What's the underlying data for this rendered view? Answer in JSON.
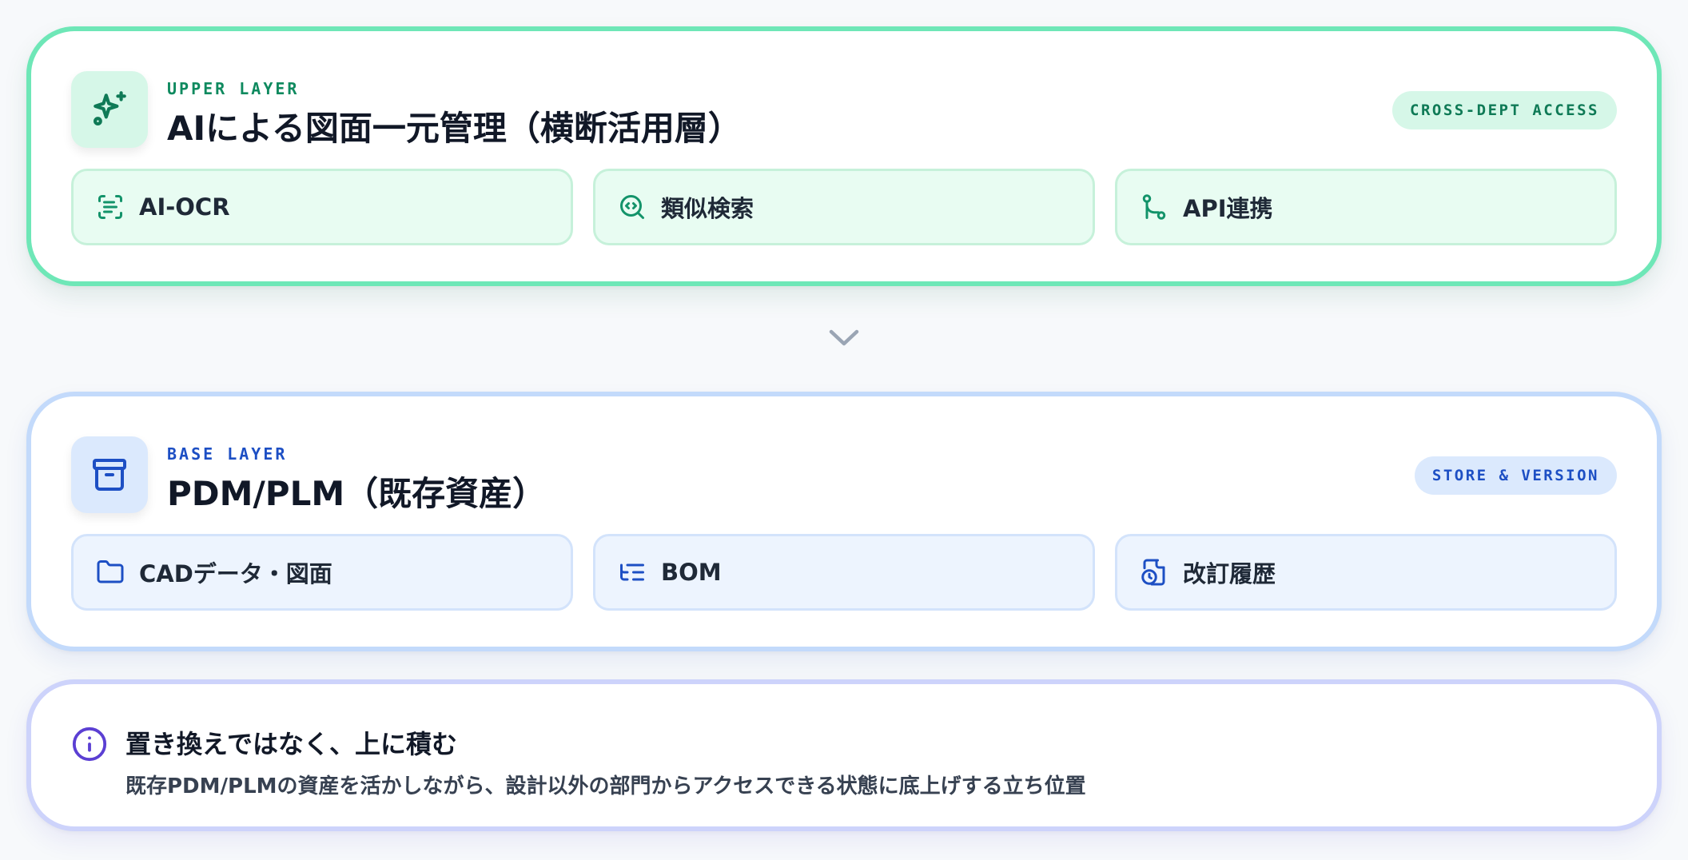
{
  "upper_layer": {
    "eyebrow": "UPPER LAYER",
    "title": "AIによる図面一元管理（横断活用層）",
    "badge": "CROSS-DEPT ACCESS",
    "icon": "sparkles-icon",
    "accent_color": "#6ee7b7",
    "features": [
      {
        "label": "AI-OCR",
        "icon": "scan-text-icon"
      },
      {
        "label": "類似検索",
        "icon": "search-code-icon"
      },
      {
        "label": "API連携",
        "icon": "git-branch-icon"
      }
    ]
  },
  "connector": {
    "icon": "chevron-down-icon"
  },
  "base_layer": {
    "eyebrow": "BASE LAYER",
    "title": "PDM/PLM（既存資産）",
    "badge": "STORE & VERSION",
    "icon": "archive-icon",
    "accent_color": "#c3dafb",
    "features": [
      {
        "label": "CADデータ・図面",
        "icon": "folder-icon"
      },
      {
        "label": "BOM",
        "icon": "list-tree-icon"
      },
      {
        "label": "改訂履歴",
        "icon": "file-clock-icon"
      }
    ]
  },
  "note": {
    "icon": "info-icon",
    "title": "置き換えではなく、上に積む",
    "text": "既存PDM/PLMの資産を活かしながら、設計以外の部門からアクセスできる状態に底上げする立ち位置"
  }
}
